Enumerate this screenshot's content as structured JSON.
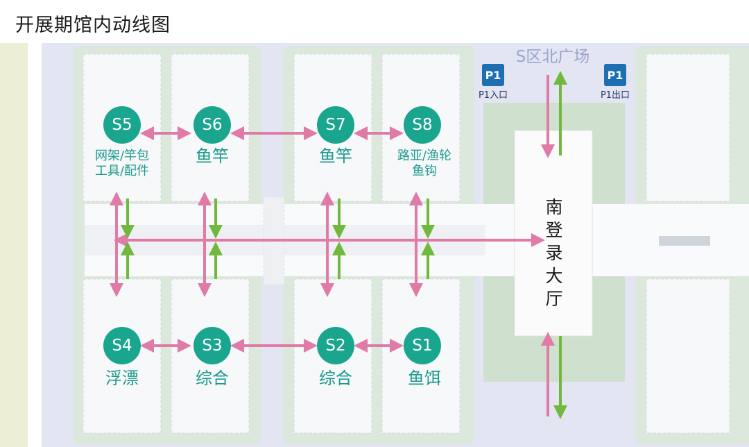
{
  "title": "开展期馆内动线图",
  "plaza": "S区北广场",
  "parking": {
    "icon_text": "P1",
    "entry_label": "P1入口",
    "exit_label": "P1出口"
  },
  "lobby": [
    "南",
    "登",
    "录",
    "大",
    "厅"
  ],
  "halls": [
    {
      "code": "S5",
      "lines": [
        "网架/竿包",
        "工具/配件"
      ]
    },
    {
      "code": "S6",
      "lines": [
        "鱼竿"
      ]
    },
    {
      "code": "S7",
      "lines": [
        "鱼竿"
      ]
    },
    {
      "code": "S8",
      "lines": [
        "路亚/渔轮",
        "鱼钩"
      ]
    },
    {
      "code": "S4",
      "lines": [
        "浮漂"
      ]
    },
    {
      "code": "S3",
      "lines": [
        "综合"
      ]
    },
    {
      "code": "S2",
      "lines": [
        "综合"
      ]
    },
    {
      "code": "S1",
      "lines": [
        "鱼饵"
      ]
    }
  ],
  "colors": {
    "pink_arrow": "#e07aa6",
    "green_arrow": "#72b83e",
    "hall_circle": "#1aa58f",
    "hall_text": "#1d9a8c",
    "plaza_text": "#9aa5cf",
    "parking_sign": "#1d6fb2"
  }
}
